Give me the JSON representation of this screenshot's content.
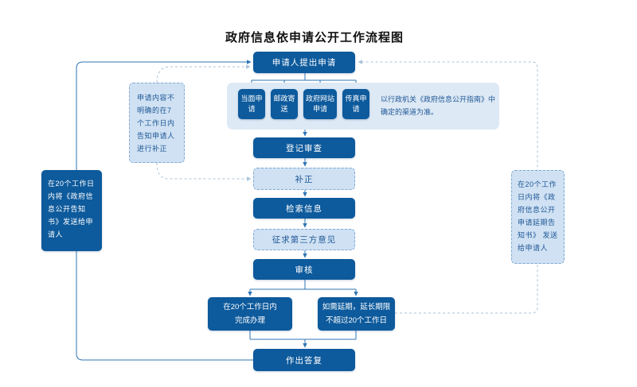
{
  "title": "政府信息依申请公开工作流程图",
  "flow": {
    "apply": "申请人提出申请",
    "channels": [
      "当面申请",
      "邮政寄送",
      "政府网站申请",
      "传真申请"
    ],
    "channels_note": "以行政机关《政府信息公开指南》中确定的渠道为准。",
    "register": "登记审查",
    "correction": "补正",
    "search": "检索信息",
    "third_party": "征求第三方意见",
    "review": "审核",
    "complete": {
      "line1": "在20个工作日内",
      "line2": "完成办理"
    },
    "delay": {
      "line1": "如需延期，延长期限",
      "line2": "不超过20个工作日"
    },
    "reply": "作出答复"
  },
  "annotations": {
    "left_correction_note": "申请内容不明确的在7个工作日内告知申请人进行补正",
    "left_notice": "在20个工作日内将《政府信息公开告知书》发送给申请人",
    "right_delay_notice": "在20个工作日内将《政府信息公开申请延期告知书》 发送给申请人"
  },
  "colors": {
    "box_dark": "#0d5a9c",
    "box_light_fill": "#cfe1f3",
    "box_light_border": "#7fa8d4",
    "group_background": "#dde9f5",
    "line_solid": "#2e74b5",
    "line_dashed": "#a9c3da",
    "light_box_text": "#1f5796",
    "title_text": "#111111"
  }
}
